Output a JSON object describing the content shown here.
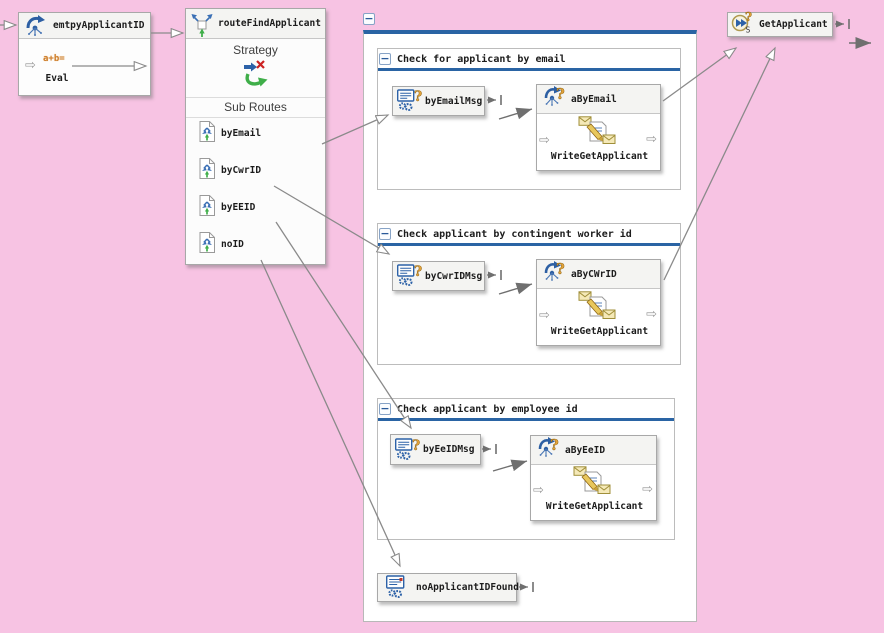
{
  "canvas": {
    "background_pink": "#f7c3e3",
    "accent_blue": "#2a64a4",
    "line_gray": "#8a8a8a"
  },
  "icons": {
    "query_glyph": "?",
    "boundary_arrow_glyph": "⇨",
    "collapse_glyph": "−",
    "eval_expression_glyph": "a+b=",
    "get_applicant_badge": "S"
  },
  "entry_flow": {
    "title": "emtpyApplicantID",
    "child_label": "Eval"
  },
  "router": {
    "title": "routeFindApplicant",
    "strategy_label": "Strategy",
    "sub_routes_label": "Sub Routes",
    "sub_routes": [
      {
        "label": "byEmail"
      },
      {
        "label": "byCwrID"
      },
      {
        "label": "byEEID"
      },
      {
        "label": "noID"
      }
    ]
  },
  "scope": {
    "sections": [
      {
        "title": "Check for applicant by email",
        "msg_label": "byEmailMsg",
        "chain_label": "aByEmail",
        "child_label": "WriteGetApplicant"
      },
      {
        "title": "Check applicant by contingent worker id",
        "msg_label": "byCwrIDMsg",
        "chain_label": "aByCWrID",
        "child_label": "WriteGetApplicant"
      },
      {
        "title": "Check applicant by employee id",
        "msg_label": "byEeIDMsg",
        "chain_label": "aByEeID",
        "child_label": "WriteGetApplicant"
      }
    ],
    "terminal_label": "noApplicantIDFound"
  },
  "target_flow": {
    "title": "GetApplicant"
  }
}
